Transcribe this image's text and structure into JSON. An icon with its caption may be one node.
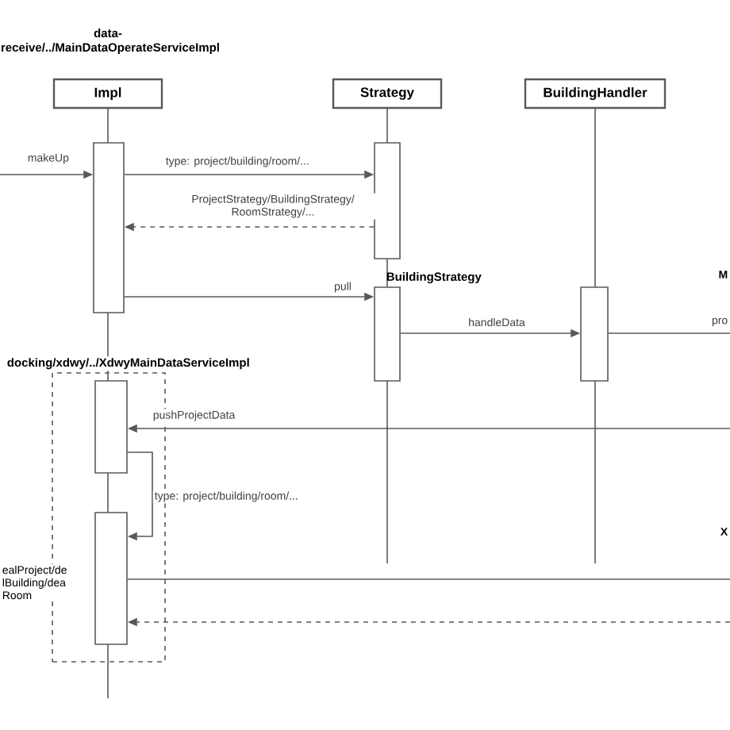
{
  "diagram": {
    "nodes": [
      {
        "text": [
          "Impl"
        ],
        "beside": [
          "data-receive/../MainDataOperateServiceImpl"
        ]
      },
      {
        "text": [
          "Strategy"
        ]
      },
      {
        "text": [
          "BuildingHandler"
        ]
      },
      {
        "text": [],
        "shape": "bar"
      },
      {
        "text": [],
        "shape": "bar"
      },
      {
        "text": [],
        "shape": "bar",
        "beside": [
          "BuildingStrategy"
        ]
      },
      {
        "text": [],
        "shape": "bar"
      },
      {
        "text": [
          "docking/xdwy/../XdwyMainDataServiceImpl"
        ]
      },
      {
        "text": [],
        "shape": "bar",
        "in": 7
      },
      {
        "text": [],
        "shape": "bar",
        "in": 7
      }
    ],
    "edges": [
      {
        "from": null,
        "to": 3,
        "arrow": "to",
        "label": "makeUp"
      },
      {
        "from": 3,
        "to": 4,
        "arrow": "to",
        "label": "type: project/building/room/..."
      },
      {
        "from": 4,
        "to": 3,
        "arrow": "to",
        "style": "dashed",
        "label": "ProjectStrategy/BuildingStrategy/ RoomStrategy/..."
      },
      {
        "from": 3,
        "to": 5,
        "arrow": "to",
        "label": "pull"
      },
      {
        "from": 5,
        "to": 6,
        "arrow": "to",
        "label": "handleData"
      },
      {
        "from": 6,
        "to": null,
        "arrow": "none",
        "label": "pro"
      },
      {
        "from": null,
        "to": 8,
        "arrow": "to",
        "label": "pushProjectData"
      },
      {
        "from": 8,
        "to": 9,
        "arrow": "to",
        "label": "type: project/building/room/..."
      },
      {
        "from": 9,
        "to": null,
        "arrow": "none"
      },
      {
        "from": null,
        "to": 9,
        "arrow": "to",
        "style": "dashed"
      }
    ],
    "labels": [
      "M",
      "X",
      "ealProject/de lBuilding/dea Room"
    ]
  }
}
